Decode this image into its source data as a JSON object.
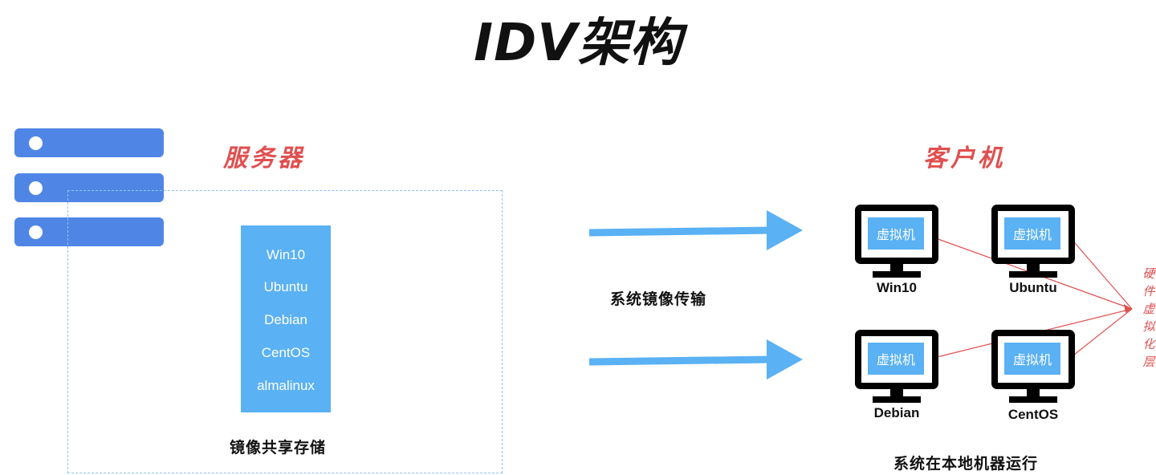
{
  "title": "IDV架构",
  "server": {
    "label": "服务器",
    "images": [
      "Win10",
      "Ubuntu",
      "Debian",
      "CentOS",
      "almalinux"
    ],
    "storage_caption": "镜像共享存储"
  },
  "transfer": {
    "caption": "系统镜像传输"
  },
  "client": {
    "label": "客户机",
    "machines": [
      {
        "os": "Win10",
        "vm_label": "虚拟机"
      },
      {
        "os": "Ubuntu",
        "vm_label": "虚拟机"
      },
      {
        "os": "Debian",
        "vm_label": "虚拟机"
      },
      {
        "os": "CentOS",
        "vm_label": "虚拟机"
      }
    ],
    "run_caption": "系统在本地机器运行",
    "hardware_layer": [
      "硬",
      "件",
      "虚",
      "拟",
      "化",
      "层"
    ]
  },
  "colors": {
    "server_blue": "#4f86e6",
    "light_blue": "#5ab1f4",
    "dash_border": "#8fc3ee",
    "accent_red": "#e05050",
    "black": "#000000"
  },
  "icons": [
    "server-icon",
    "arrow-right-icon",
    "monitor-icon"
  ]
}
